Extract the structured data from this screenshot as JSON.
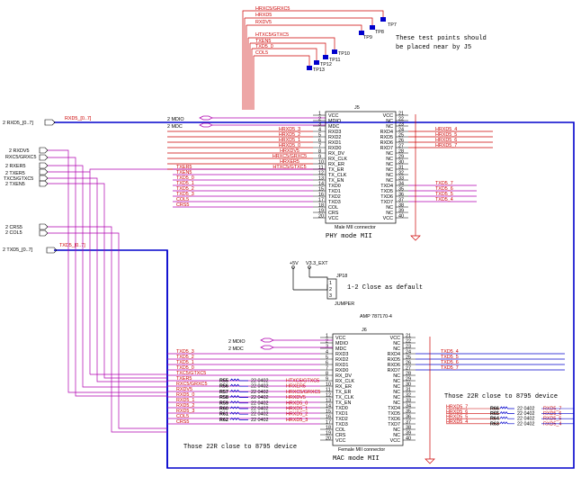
{
  "notes": {
    "test_point_note_l1": "These test points should",
    "test_point_note_l2": "be placed near by J5",
    "close_default": "1-2 Close as default",
    "amp_part": "AMP 787170-4",
    "close_22r_right": "Those 22R close to 8795 device",
    "close_22r_left": "Those 22R close to 8795 device"
  },
  "test_points": [
    "TP7",
    "TP8",
    "TP9",
    "TP10",
    "TP11",
    "TP12",
    "TP13"
  ],
  "test_point_nets": [
    "HRXC5/GRXC5",
    "HRXD5",
    "RXDV5",
    "HTXC5/GTXC5",
    "TXEN5",
    "TXD5_0",
    "COL5"
  ],
  "ports_left": {
    "rxd5_bus": "2 RXD5_[0..7]",
    "rxd5_bus_label": "RXD5_[0..7]",
    "mdio_top": "2 MDIO",
    "mdc_top": "2 MDC",
    "rxdv5": "2 RXDV5",
    "rxc5": "RXC5/GRXC5",
    "rxer5": "2 RXER5",
    "txer5": "2 TXER5",
    "txc5": "TXC5/GTXC5",
    "txen5": "2 TXEN5",
    "crs5": "2 CRS5",
    "col5": "2 COL5",
    "txd5_bus": "2 TXD5_[0..7]",
    "txd5_bus_label": "TXD5_[0..7]",
    "mdio_bot": "2 MDIO",
    "mdc_bot": "2 MDC"
  },
  "j5": {
    "ref": "J5",
    "caption": "Male MII connector",
    "mode": "PHY mode MII",
    "pins_left": [
      {
        "num": "1",
        "name": "VCC"
      },
      {
        "num": "2",
        "name": "MDIO"
      },
      {
        "num": "3",
        "name": "MDC"
      },
      {
        "num": "4",
        "name": "RXD3"
      },
      {
        "num": "5",
        "name": "RXD2"
      },
      {
        "num": "6",
        "name": "RXD1"
      },
      {
        "num": "7",
        "name": "RXD0"
      },
      {
        "num": "8",
        "name": "RX_DV"
      },
      {
        "num": "9",
        "name": "RX_CLK"
      },
      {
        "num": "10",
        "name": "RX_ER"
      },
      {
        "num": "11",
        "name": "TX_ER"
      },
      {
        "num": "12",
        "name": "TX_CLK"
      },
      {
        "num": "13",
        "name": "TX_EN"
      },
      {
        "num": "14",
        "name": "TXD0"
      },
      {
        "num": "15",
        "name": "TXD1"
      },
      {
        "num": "16",
        "name": "TXD2"
      },
      {
        "num": "17",
        "name": "TXD3"
      },
      {
        "num": "18",
        "name": "COL"
      },
      {
        "num": "19",
        "name": "CRS"
      },
      {
        "num": "20",
        "name": "VCC"
      }
    ],
    "pins_right": [
      {
        "num": "21",
        "name": "VCC"
      },
      {
        "num": "22",
        "name": "NC"
      },
      {
        "num": "23",
        "name": "NC"
      },
      {
        "num": "24",
        "name": "RXD4"
      },
      {
        "num": "25",
        "name": "RXD5"
      },
      {
        "num": "26",
        "name": "RXD6"
      },
      {
        "num": "27",
        "name": "RXD7"
      },
      {
        "num": "28",
        "name": "NC"
      },
      {
        "num": "29",
        "name": "NC"
      },
      {
        "num": "30",
        "name": "NC"
      },
      {
        "num": "31",
        "name": "NC"
      },
      {
        "num": "32",
        "name": "NC"
      },
      {
        "num": "33",
        "name": "NC"
      },
      {
        "num": "34",
        "name": "TXD4"
      },
      {
        "num": "35",
        "name": "TXD5"
      },
      {
        "num": "36",
        "name": "TXD6"
      },
      {
        "num": "37",
        "name": "TXD7"
      },
      {
        "num": "38",
        "name": "NC"
      },
      {
        "num": "39",
        "name": "NC"
      },
      {
        "num": "40",
        "name": "VCC"
      }
    ],
    "left_nets": [
      "HRXD5_3",
      "HRXD5_2",
      "HRXD5_1",
      "HRXD5_0",
      "HRXDV5",
      "HRXC5/GRXC5",
      "HRXER5",
      "HTXC5/GTXC5"
    ],
    "right_nets": [
      "HRXD5_4",
      "HRXD5_5",
      "HRXD5_6",
      "HRXD5_7"
    ],
    "tx_right_nets": [
      "TXD5_7",
      "TXD5_6",
      "TXD5_5",
      "TXD5_4"
    ],
    "tx_left_nets": [
      "TXER5",
      "TXEN5",
      "TXD5_0",
      "TXD5_1",
      "TXD5_2",
      "TXD5_3",
      "COL5",
      "CRS5"
    ]
  },
  "j6": {
    "ref": "J6",
    "caption": "Female MII connector",
    "mode": "MAC mode MII",
    "pins_left": [
      {
        "num": "1",
        "name": "VCC"
      },
      {
        "num": "2",
        "name": "MDIO"
      },
      {
        "num": "3",
        "name": "MDC"
      },
      {
        "num": "4",
        "name": "RXD3"
      },
      {
        "num": "5",
        "name": "RXD2"
      },
      {
        "num": "6",
        "name": "RXD1"
      },
      {
        "num": "7",
        "name": "RXD0"
      },
      {
        "num": "8",
        "name": "RX_DV"
      },
      {
        "num": "9",
        "name": "RX_CLK"
      },
      {
        "num": "10",
        "name": "RX_ER"
      },
      {
        "num": "11",
        "name": "TX_ER"
      },
      {
        "num": "12",
        "name": "TX_CLK"
      },
      {
        "num": "13",
        "name": "TX_EN"
      },
      {
        "num": "14",
        "name": "TXD0"
      },
      {
        "num": "15",
        "name": "TXD1"
      },
      {
        "num": "16",
        "name": "TXD2"
      },
      {
        "num": "17",
        "name": "TXD3"
      },
      {
        "num": "18",
        "name": "COL"
      },
      {
        "num": "19",
        "name": "CRS"
      },
      {
        "num": "20",
        "name": "VCC"
      }
    ],
    "pins_right": [
      {
        "num": "21",
        "name": "VCC"
      },
      {
        "num": "22",
        "name": "NC"
      },
      {
        "num": "23",
        "name": "NC"
      },
      {
        "num": "24",
        "name": "RXD4"
      },
      {
        "num": "25",
        "name": "RXD5"
      },
      {
        "num": "26",
        "name": "RXD6"
      },
      {
        "num": "27",
        "name": "RXD7"
      },
      {
        "num": "28",
        "name": "NC"
      },
      {
        "num": "29",
        "name": "NC"
      },
      {
        "num": "30",
        "name": "NC"
      },
      {
        "num": "31",
        "name": "NC"
      },
      {
        "num": "32",
        "name": "NC"
      },
      {
        "num": "33",
        "name": "NC"
      },
      {
        "num": "34",
        "name": "TXD4"
      },
      {
        "num": "35",
        "name": "TXD5"
      },
      {
        "num": "36",
        "name": "TXD6"
      },
      {
        "num": "37",
        "name": "TXD7"
      },
      {
        "num": "38",
        "name": "NC"
      },
      {
        "num": "39",
        "name": "NC"
      },
      {
        "num": "40",
        "name": "VCC"
      }
    ],
    "left_nets": [
      "TXD5_3",
      "TXD5_2",
      "TXD5_1",
      "TXD5_0",
      "TXC5/GTXC5",
      "TXER5",
      "RXC5/GRXC5",
      "RXDV5",
      "RXD5_0",
      "RXD5_1",
      "RXD5_2",
      "RXD5_3",
      "COL5",
      "CRS5"
    ],
    "right_nets": [
      "TXD5_4",
      "TXD5_5",
      "TXD5_6",
      "TXD5_7"
    ]
  },
  "resistors_left": [
    {
      "ref": "R55",
      "value": "22 0402",
      "net": "HTXC5/GTXC5"
    },
    {
      "ref": "R56",
      "value": "22 0402",
      "net": "HRXER5"
    },
    {
      "ref": "R57",
      "value": "22 0402",
      "net": "HRXC5/GRXC5"
    },
    {
      "ref": "R58",
      "value": "22 0402",
      "net": "HRXDV5"
    },
    {
      "ref": "R59",
      "value": "22 0402",
      "net": "HRXD5_0"
    },
    {
      "ref": "R60",
      "value": "22 0402",
      "net": "HRXD5_1"
    },
    {
      "ref": "R61",
      "value": "22 0402",
      "net": "HRXD5_2"
    },
    {
      "ref": "R62",
      "value": "22 0402",
      "net": "HRXD5_3"
    }
  ],
  "resistors_right": [
    {
      "ref": "R66",
      "value": "22 0402",
      "left": "HRXD5_7",
      "right": "RXD5_7"
    },
    {
      "ref": "R65",
      "value": "22 0402",
      "left": "HRXD5_6",
      "right": "RXD5_6"
    },
    {
      "ref": "R64",
      "value": "22 0402",
      "left": "HRXD5_5",
      "right": "RXD5_5"
    },
    {
      "ref": "R63",
      "value": "22 0402",
      "left": "HRXD5_4",
      "right": "RXD5_4"
    }
  ],
  "jumper": {
    "ref": "JP18",
    "caption": "JUMPER",
    "pins": [
      "1",
      "2",
      "3"
    ],
    "p5v": "+5V",
    "p33": "V3.3_EXT"
  },
  "colors": {
    "wire_red": "#cc0000",
    "wire_purple": "#b000b0",
    "bus_blue": "#0000cc",
    "black": "#000000"
  }
}
